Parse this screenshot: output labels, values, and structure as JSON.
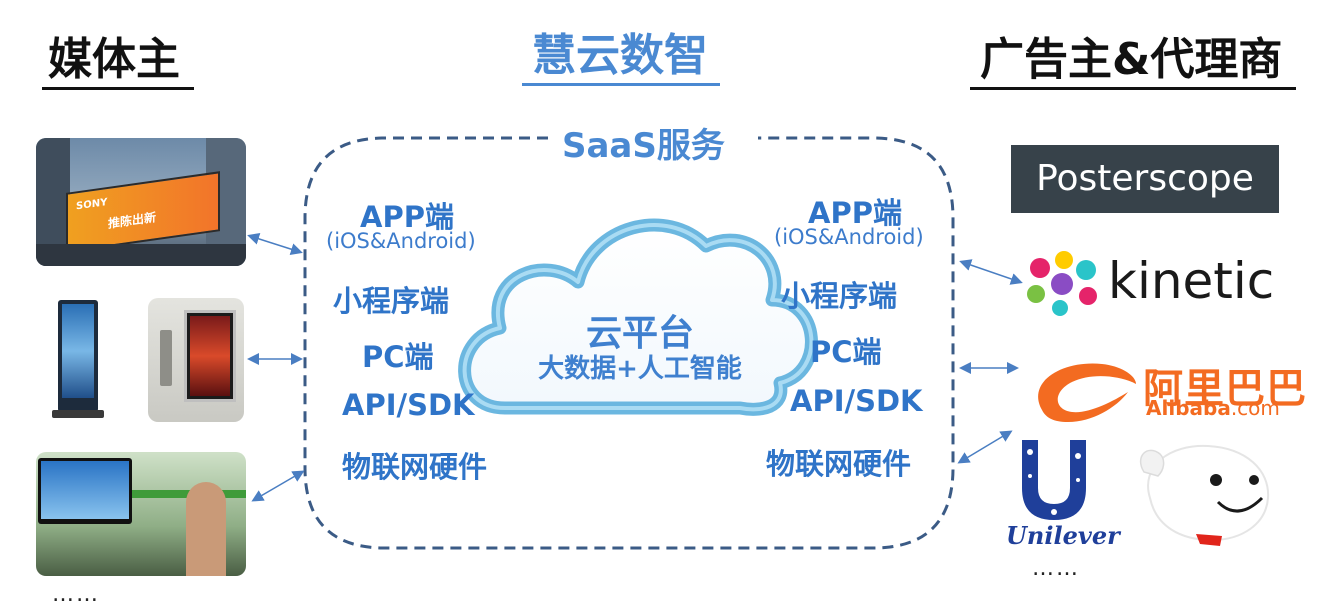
{
  "headings": {
    "left": "媒体主",
    "center": "慧云数智",
    "right": "广告主&代理商"
  },
  "platform": {
    "title": "SaaS服务",
    "cloud_title": "云平台",
    "cloud_subtitle": "大数据+人工智能"
  },
  "services_left": {
    "app": "APP端",
    "app_sub": "(iOS&Android)",
    "mini": "小程序端",
    "pc": "PC端",
    "api": "API/SDK",
    "iot": "物联网硬件"
  },
  "services_right": {
    "app": "APP端",
    "app_sub": "(iOS&Android)",
    "mini": "小程序端",
    "pc": "PC端",
    "api": "API/SDK",
    "iot": "物联网硬件"
  },
  "media": {
    "billboard_text": "SONY",
    "billboard_slogan": "推陈出新",
    "more": "……"
  },
  "advertisers": {
    "posterscope": "Posterscope",
    "kinetic": "kinetic",
    "alibaba_cn": "阿里巴巴",
    "alibaba_en": "Alibaba",
    "alibaba_com": ".com",
    "unilever": "Unilever",
    "more": "……"
  },
  "colors": {
    "accent_blue": "#4a89d2",
    "service_blue": "#2f74c8",
    "dash_border": "#3b5b86",
    "alibaba_orange": "#f36b21",
    "unilever_blue": "#1f3f9a"
  }
}
